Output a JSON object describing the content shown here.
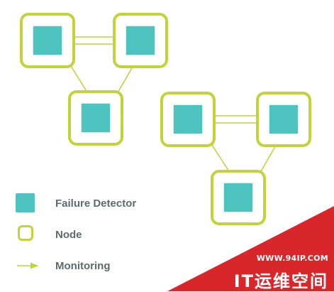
{
  "colors": {
    "node_border": "#c2d33a",
    "detector_fill": "#4dc4c0",
    "detector_border": "#ffffff",
    "arrow": "#c2d33a",
    "legend_text": "#5d6b6b",
    "watermark_red": "#d9262a",
    "watermark_white": "#ffffff"
  },
  "icons": {
    "detector": "failure-detector-square",
    "node": "node-rounded-square",
    "arrow": "monitoring-arrow"
  },
  "legend": {
    "detector_label": "Failure Detector",
    "node_label": "Node",
    "monitoring_label": "Monitoring"
  },
  "diagram": {
    "clusters": [
      {
        "nodes": [
          "top-left",
          "top-right",
          "bottom"
        ],
        "monitoring": [
          [
            "top-left",
            "top-right"
          ],
          [
            "top-right",
            "top-left"
          ],
          [
            "top-left",
            "bottom"
          ],
          [
            "bottom",
            "top-left"
          ],
          [
            "top-right",
            "bottom"
          ],
          [
            "bottom",
            "top-right"
          ]
        ]
      },
      {
        "nodes": [
          "top-left",
          "top-right",
          "bottom"
        ],
        "monitoring": [
          [
            "top-left",
            "top-right"
          ],
          [
            "top-right",
            "top-left"
          ],
          [
            "top-left",
            "bottom"
          ],
          [
            "bottom",
            "top-left"
          ],
          [
            "top-right",
            "bottom"
          ],
          [
            "bottom",
            "top-right"
          ]
        ]
      }
    ]
  },
  "watermark": {
    "url": "WWW.94IP.COM",
    "text": "IT运维空间"
  }
}
